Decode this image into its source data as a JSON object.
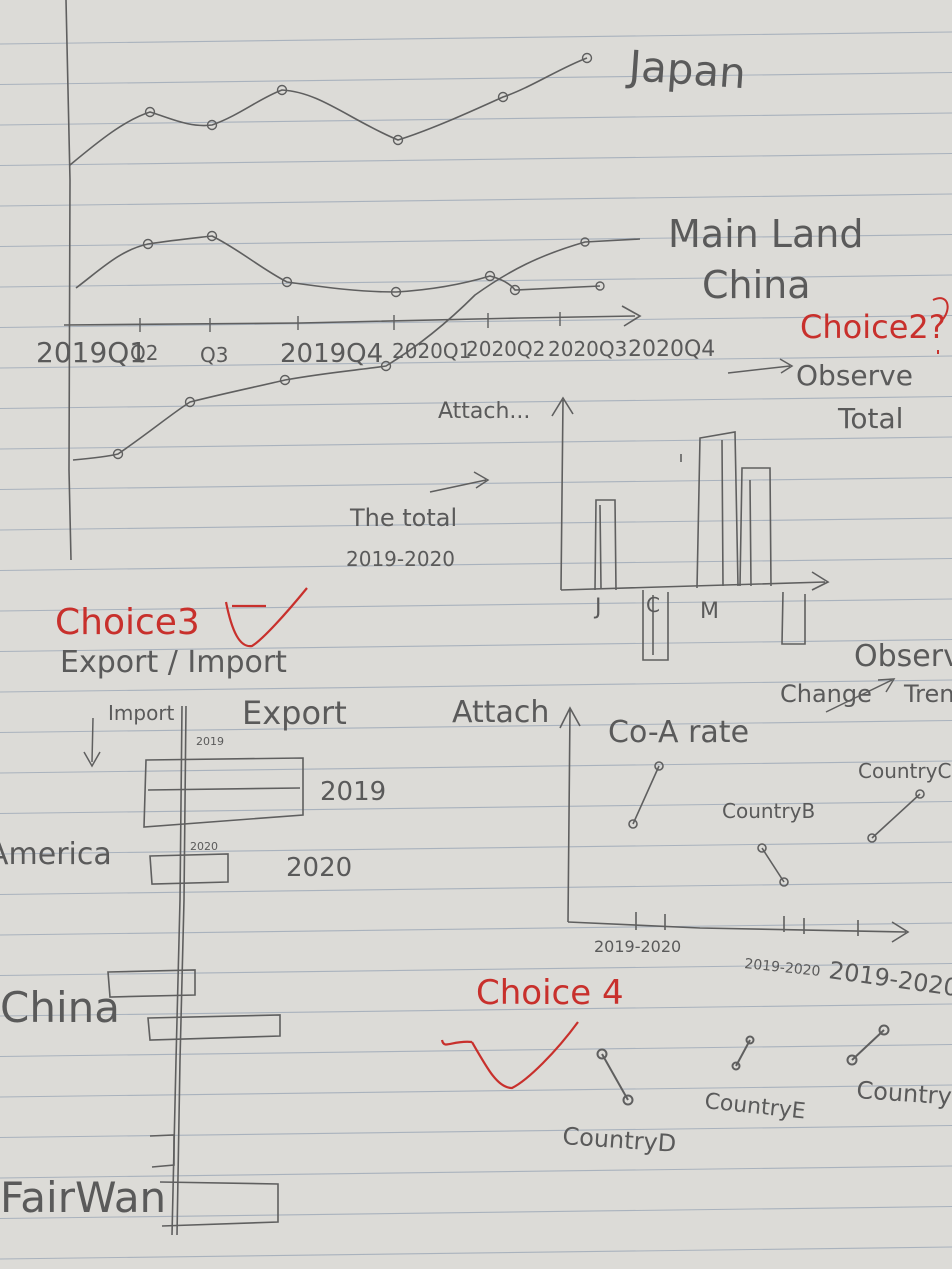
{
  "colors": {
    "paper": "#dcdbd7",
    "rule": "#a9b2bd",
    "pencil": "#5a5a5a",
    "red_ink": "#c8302c"
  },
  "top_chart": {
    "series": [
      "Japan",
      "Main Land",
      "China"
    ],
    "x_labels": [
      "2019Q1",
      "Q2",
      "Q3",
      "2019Q4",
      "2020Q1",
      "2020Q2",
      "2020Q3",
      "2020Q4"
    ],
    "note_attach": "Attach...",
    "note_total_1": "The total",
    "note_total_2": "2019-2020"
  },
  "choice2": {
    "heading": "Choice2?",
    "observe_1": "Observe",
    "observe_2": "Total",
    "bar_labels": [
      "J",
      "C",
      "M"
    ]
  },
  "choice3": {
    "heading": "Choice3",
    "subtitle": "Export / Import",
    "import_label": "Import",
    "export_label": "Export",
    "year_labels": [
      "2019",
      "2020"
    ],
    "tiny_labels": [
      "2019",
      "2020"
    ],
    "countries": [
      "America",
      "China",
      "FairWan"
    ]
  },
  "rate_chart": {
    "attach": "Attach",
    "observe": "Observe",
    "change_trend": "Change",
    "trend": "Tren",
    "title": "Co-A rate",
    "countries": [
      "CountryB",
      "CountryC"
    ],
    "x_labels": [
      "2019-2020",
      "2019-2020",
      "2019-2020"
    ]
  },
  "choice4": {
    "heading": "Choice 4",
    "countries": [
      "CountryD",
      "CountryE",
      "Country"
    ]
  }
}
